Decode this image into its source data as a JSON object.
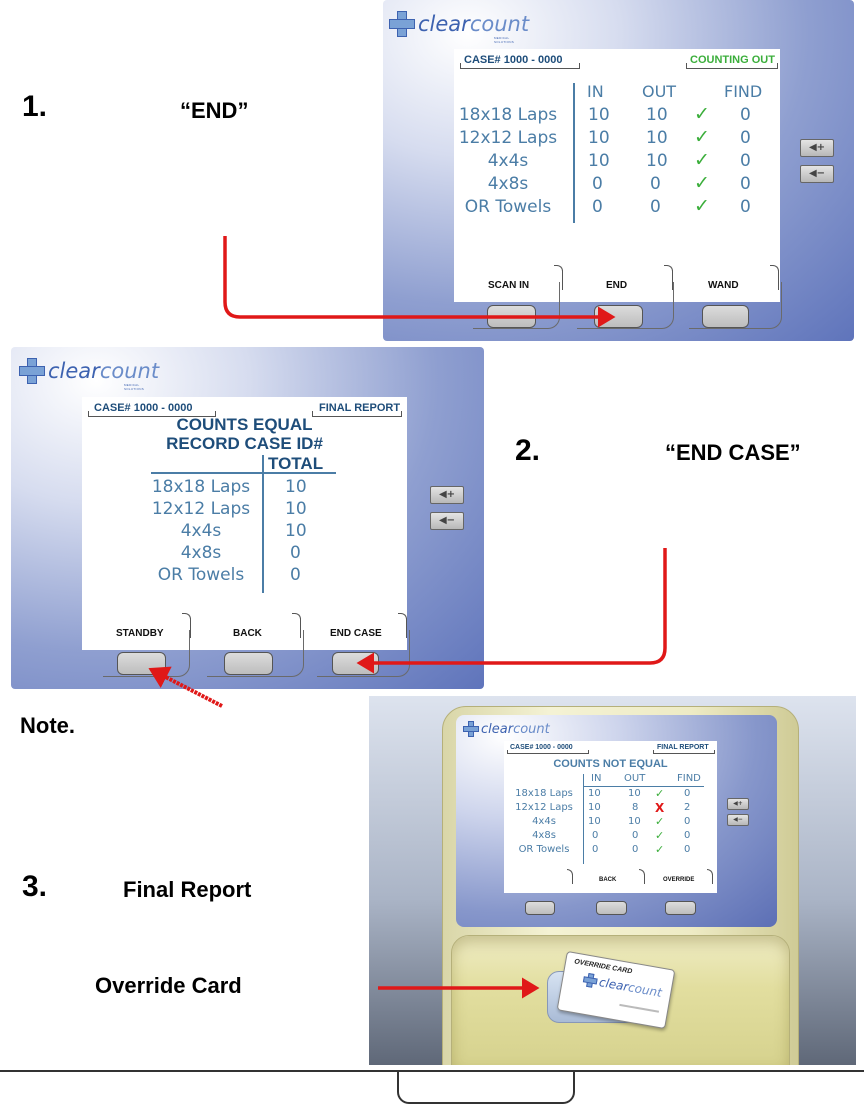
{
  "steps": {
    "step1": {
      "num": "1.",
      "quote": "“END”"
    },
    "step2": {
      "num": "2.",
      "quote": "“END CASE”"
    },
    "note": "Note.",
    "step3": {
      "num": "3.",
      "label": "Final Report"
    },
    "override_card": "Override Card"
  },
  "logo": {
    "brand_a": "clear",
    "brand_b": "count",
    "sub": "MEDICAL SOLUTIONS"
  },
  "screen1": {
    "case": "CASE# 1000 - 0000",
    "status": "COUNTING OUT",
    "columns": [
      "IN",
      "OUT",
      "FIND"
    ],
    "rows": [
      {
        "label": "18x18 Laps",
        "in": "10",
        "out": "10",
        "find": "0"
      },
      {
        "label": "12x12 Laps",
        "in": "10",
        "out": "10",
        "find": "0"
      },
      {
        "label": "4x4s",
        "in": "10",
        "out": "10",
        "find": "0"
      },
      {
        "label": "4x8s",
        "in": "0",
        "out": "0",
        "find": "0"
      },
      {
        "label": "OR Towels",
        "in": "0",
        "out": "0",
        "find": "0"
      }
    ],
    "softkeys": [
      "SCAN IN",
      "END",
      "WAND"
    ]
  },
  "screen2": {
    "case": "CASE# 1000 - 0000",
    "status": "FINAL REPORT",
    "line1": "COUNTS EQUAL",
    "line2": "RECORD CASE ID#",
    "total_header": "TOTAL",
    "rows": [
      {
        "label": "18x18 Laps",
        "total": "10"
      },
      {
        "label": "12x12 Laps",
        "total": "10"
      },
      {
        "label": "4x4s",
        "total": "10"
      },
      {
        "label": "4x8s",
        "total": "0"
      },
      {
        "label": "OR Towels",
        "total": "0"
      }
    ],
    "softkeys": [
      "STANDBY",
      "BACK",
      "END CASE"
    ]
  },
  "screen3": {
    "case": "CASE# 1000 - 0000",
    "status": "FINAL REPORT",
    "line1": "COUNTS NOT EQUAL",
    "columns": [
      "IN",
      "OUT",
      "FIND"
    ],
    "rows": [
      {
        "label": "18x18 Laps",
        "in": "10",
        "out": "10",
        "mark": "check",
        "find": "0"
      },
      {
        "label": "12x12 Laps",
        "in": "10",
        "out": "8",
        "mark": "x",
        "find": "2"
      },
      {
        "label": "4x4s",
        "in": "10",
        "out": "10",
        "mark": "check",
        "find": "0"
      },
      {
        "label": "4x8s",
        "in": "0",
        "out": "0",
        "mark": "check",
        "find": "0"
      },
      {
        "label": "OR Towels",
        "in": "0",
        "out": "0",
        "mark": "check",
        "find": "0"
      }
    ],
    "softkeys": [
      "BACK",
      "OVERRIDE"
    ],
    "card_title": "OVERRIDE CARD"
  },
  "glyphs": {
    "check": "✓",
    "x": "X",
    "vol_up": "◀+",
    "vol_down": "◀−"
  },
  "colors": {
    "arrow": "#e01818",
    "screen_text": "#4b7da6",
    "header_text": "#1e4d7a",
    "status_green": "#3bae3b"
  }
}
